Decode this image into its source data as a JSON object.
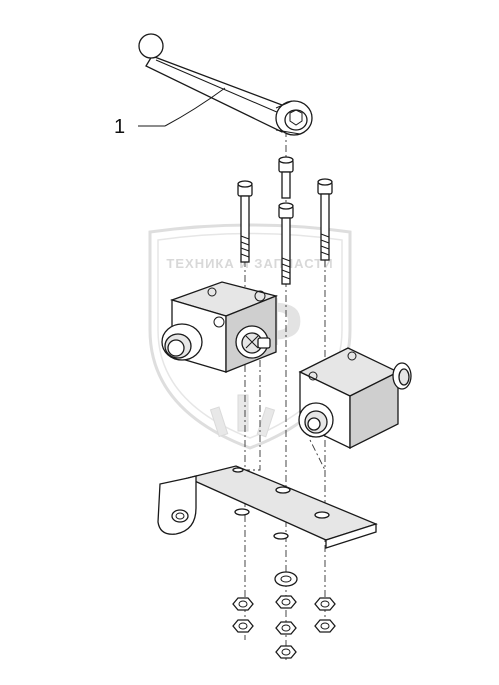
{
  "callout": {
    "label": "1"
  },
  "watermark": {
    "text": "ТЕХНИКА И ЗАПЧАСТИ",
    "monogram": "ТФ",
    "color": "#bdbdbd"
  },
  "colors": {
    "line": "#1a1a1a",
    "shade": "#e6e6e6",
    "background": "#ffffff"
  }
}
